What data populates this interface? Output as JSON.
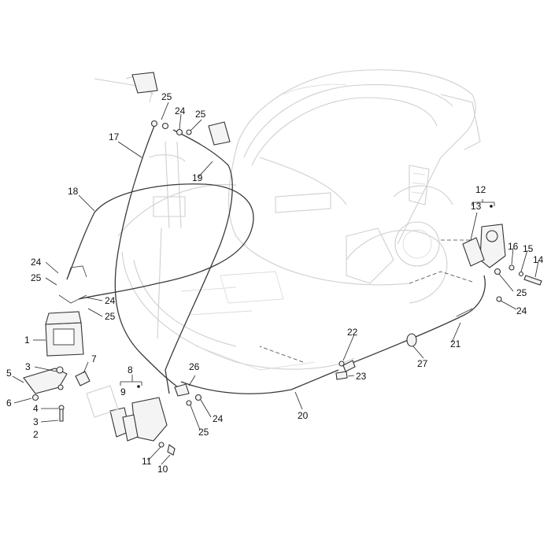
{
  "callouts": [
    {
      "id": "c1",
      "text": "1"
    },
    {
      "id": "c2",
      "text": "2"
    },
    {
      "id": "c3a",
      "text": "3"
    },
    {
      "id": "c3b",
      "text": "3"
    },
    {
      "id": "c4",
      "text": "4"
    },
    {
      "id": "c5",
      "text": "5"
    },
    {
      "id": "c6",
      "text": "6"
    },
    {
      "id": "c7",
      "text": "7"
    },
    {
      "id": "c8",
      "text": "8"
    },
    {
      "id": "c9",
      "text": "9"
    },
    {
      "id": "c10",
      "text": "10"
    },
    {
      "id": "c11",
      "text": "11"
    },
    {
      "id": "c12",
      "text": "12"
    },
    {
      "id": "c13",
      "text": "13"
    },
    {
      "id": "c14",
      "text": "14"
    },
    {
      "id": "c15",
      "text": "15"
    },
    {
      "id": "c16",
      "text": "16"
    },
    {
      "id": "c17",
      "text": "17"
    },
    {
      "id": "c18",
      "text": "18"
    },
    {
      "id": "c19",
      "text": "19"
    },
    {
      "id": "c20",
      "text": "20"
    },
    {
      "id": "c21",
      "text": "21"
    },
    {
      "id": "c22",
      "text": "22"
    },
    {
      "id": "c23",
      "text": "23"
    },
    {
      "id": "c24a",
      "text": "24"
    },
    {
      "id": "c24b",
      "text": "24"
    },
    {
      "id": "c24c",
      "text": "24"
    },
    {
      "id": "c24d",
      "text": "24"
    },
    {
      "id": "c24e",
      "text": "24"
    },
    {
      "id": "c25a",
      "text": "25"
    },
    {
      "id": "c25b",
      "text": "25"
    },
    {
      "id": "c25c",
      "text": "25"
    },
    {
      "id": "c25d",
      "text": "25"
    },
    {
      "id": "c25e",
      "text": "25"
    },
    {
      "id": "c25f",
      "text": "25"
    },
    {
      "id": "c26",
      "text": "26"
    },
    {
      "id": "c27",
      "text": "27"
    }
  ]
}
